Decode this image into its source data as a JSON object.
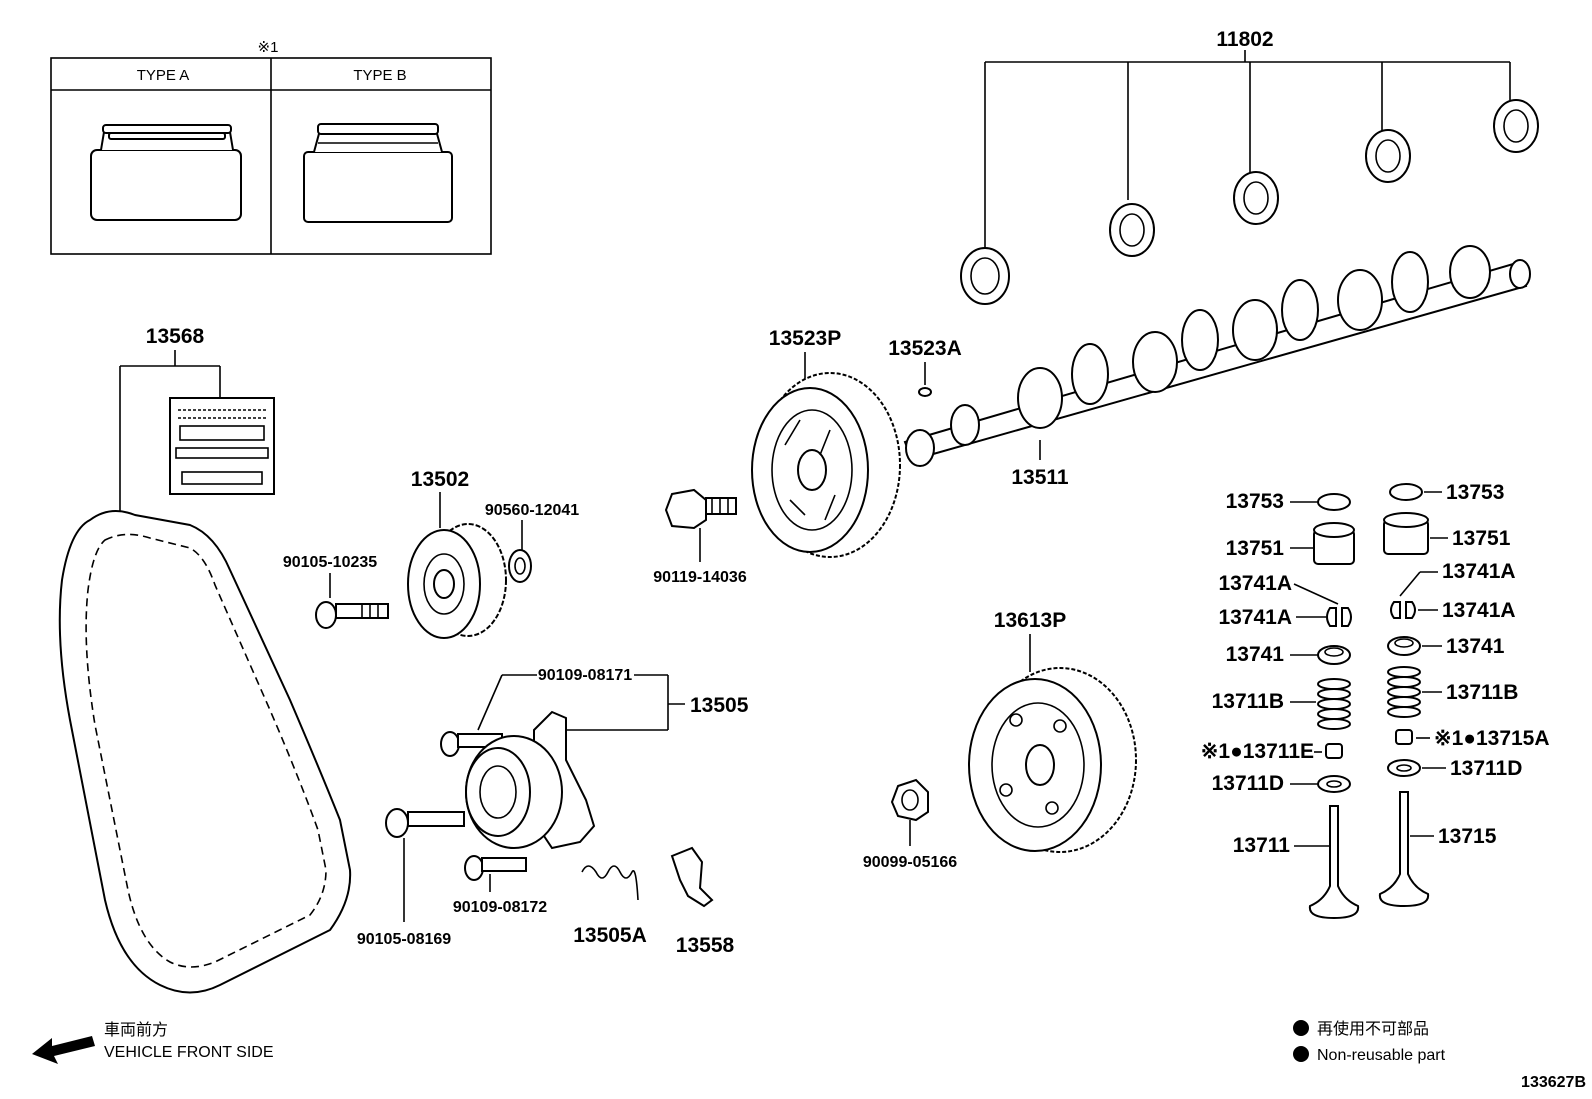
{
  "insert": {
    "mark": "※1",
    "type_a": "TYPE A",
    "type_b": "TYPE B"
  },
  "parts": {
    "p11802": "11802",
    "p13568": "13568",
    "p13523P": "13523P",
    "p13523A": "13523A",
    "p13502": "13502",
    "p90560": "90560-12041",
    "p90105_10235": "90105-10235",
    "p90119": "90119-14036",
    "p13511": "13511",
    "p13753_l": "13753",
    "p13753_r": "13753",
    "p13751_l": "13751",
    "p13751_r": "13751",
    "p13741A_1": "13741A",
    "p13741A_2": "13741A",
    "p13741A_3": "13741A",
    "p13741A_4": "13741A",
    "p13741_l": "13741",
    "p13741_r": "13741",
    "p13711B_l": "13711B",
    "p13711B_r": "13711B",
    "p13711E": "※1●13711E",
    "p13715A": "※1●13715A",
    "p13711D_l": "13711D",
    "p13711D_r": "13711D",
    "p13711": "13711",
    "p13715": "13715",
    "p13613P": "13613P",
    "p90099": "90099-05166",
    "p90109_08171": "90109-08171",
    "p13505": "13505",
    "p90105_08169": "90105-08169",
    "p90109_08172": "90109-08172",
    "p13505A": "13505A",
    "p13558": "13558"
  },
  "front": {
    "jp": "車両前方",
    "en": "VEHICLE FRONT SIDE"
  },
  "legend": {
    "jp": "再使用不可部品",
    "en": "Non-reusable part"
  },
  "diagram_id": "133627B"
}
